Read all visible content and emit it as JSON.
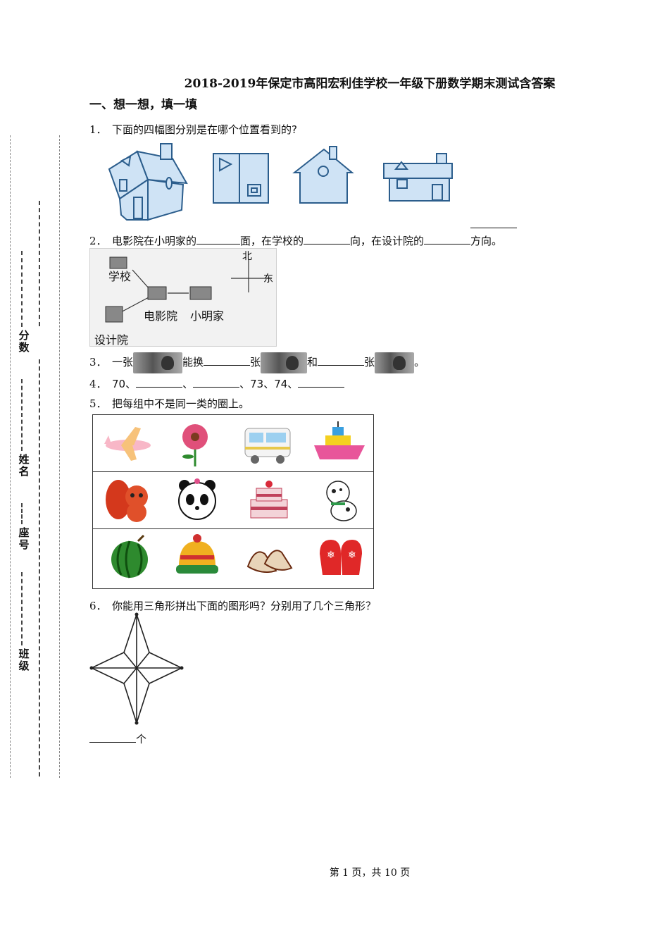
{
  "document": {
    "title": "2018-2019年保定市高阳宏利佳学校一年级下册数学期末测试含答案",
    "section_heading": "一、想一想，填一填",
    "footer": "第 1 页，共 10 页"
  },
  "side_labels": {
    "score": "分数",
    "name": "姓名",
    "seat": "座号",
    "class": "班级"
  },
  "questions": {
    "q1": {
      "num": "1．",
      "text": "下面的四幅图分别是在哪个位置看到的?"
    },
    "q2": {
      "num": "2．",
      "p1": "电影院在小明家的",
      "p2": "面，在学校的",
      "p3": "向，在设计院的",
      "p4": "方向。",
      "map_labels": {
        "school": "学校",
        "cinema": "电影院",
        "home": "小明家",
        "design": "设计院",
        "north": "北",
        "east": "东"
      }
    },
    "q3": {
      "num": "3．",
      "p1": "一张",
      "p2": "能换",
      "p3": "张",
      "p4": "和",
      "p5": "张",
      "p6": "。"
    },
    "q4": {
      "num": "4．",
      "p1": "70、",
      "p2": "、",
      "p3": "、73、74、"
    },
    "q5": {
      "num": "5．",
      "text": "把每组中不是同一类的圈上。"
    },
    "q6": {
      "num": "6．",
      "text": "你能用三角形拼出下面的图形吗？分别用了几个三角形？",
      "answer_suffix": "个"
    }
  },
  "colors": {
    "house_fill": "#cfe3f5",
    "house_stroke": "#2b5d8c"
  },
  "icons": {
    "row1": [
      "airplane-icon",
      "flower-icon",
      "bus-icon",
      "ship-icon"
    ],
    "row2": [
      "squirrel-icon",
      "panda-icon",
      "cake-icon",
      "dog-icon"
    ],
    "row3": [
      "watermelon-icon",
      "hat-icon",
      "shoes-icon",
      "mittens-icon"
    ]
  }
}
